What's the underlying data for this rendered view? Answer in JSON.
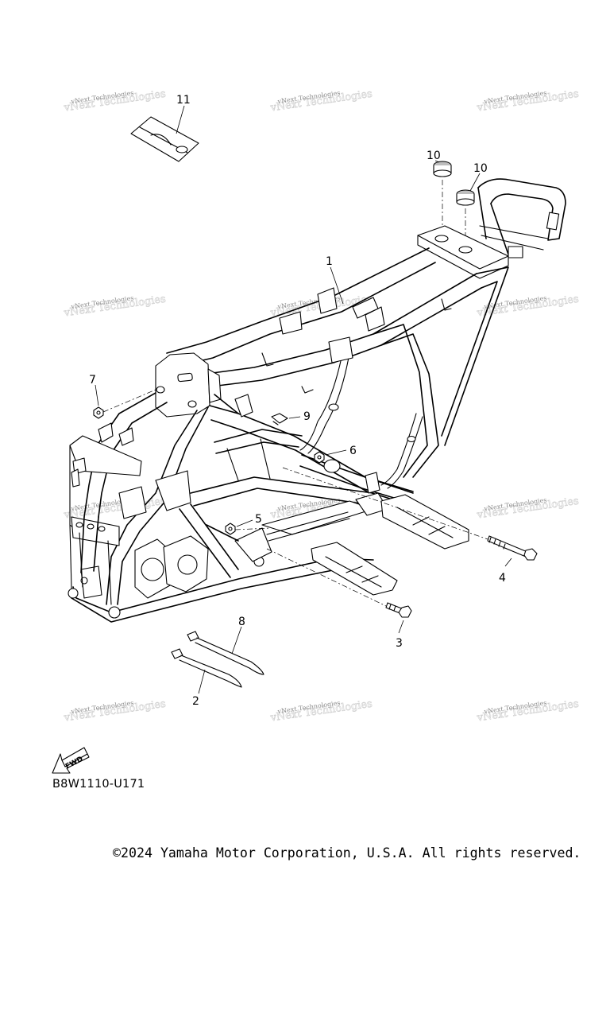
{
  "watermark": {
    "text": "vNext Technologies"
  },
  "callouts": [
    {
      "id": "1",
      "label": "1"
    },
    {
      "id": "2",
      "label": "2"
    },
    {
      "id": "3",
      "label": "3"
    },
    {
      "id": "4",
      "label": "4"
    },
    {
      "id": "5",
      "label": "5"
    },
    {
      "id": "6",
      "label": "6"
    },
    {
      "id": "7",
      "label": "7"
    },
    {
      "id": "8",
      "label": "8"
    },
    {
      "id": "9",
      "label": "9"
    },
    {
      "id": "10a",
      "label": "10"
    },
    {
      "id": "10b",
      "label": "10"
    },
    {
      "id": "11",
      "label": "11"
    }
  ],
  "fwd_label": "FWD",
  "part_code": "B8W1110-U171",
  "copyright": "©2024 Yamaha Motor Corporation, U.S.A. All rights reserved."
}
